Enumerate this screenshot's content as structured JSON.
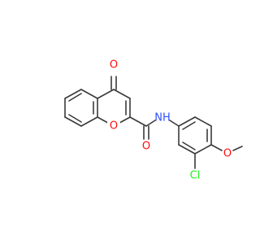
{
  "molecule": {
    "labels": {
      "carbonyl_oxygen_top": "O",
      "ring_oxygen": "O",
      "amide_oxygen": "O",
      "amide_nh": "NH",
      "chloro": "Cl",
      "methoxy_oxygen": "O"
    }
  },
  "colors": {
    "bond": "#3a3a3a",
    "oxygen": "#ff0d0d",
    "nitrogen": "#3050f8",
    "chlorine": "#1ff01f"
  }
}
